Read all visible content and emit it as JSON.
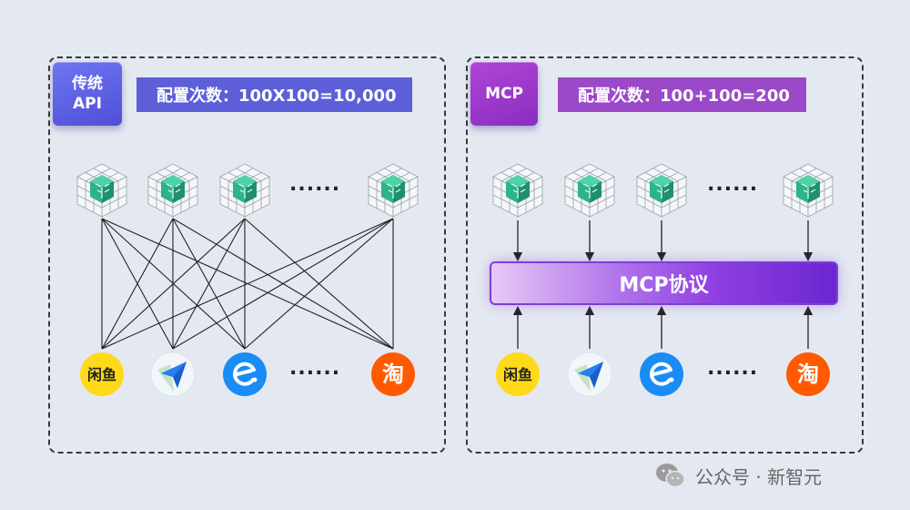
{
  "left_panel": {
    "tag": [
      "传统",
      "API"
    ],
    "formula": "配置次数：100X100=10,000",
    "ellipsis_top": "......",
    "ellipsis_bottom": "......"
  },
  "right_panel": {
    "tag": "MCP",
    "formula": "配置次数：100+100=200",
    "protocol_label": "MCP协议",
    "ellipsis_top": "......",
    "ellipsis_bottom": "......"
  },
  "apps": [
    {
      "icon": "xianyu-icon",
      "text": "闲鱼",
      "color": "#ffd91a"
    },
    {
      "icon": "navigation-icon",
      "text": "",
      "color": "#2a7cf0"
    },
    {
      "icon": "eleme-icon",
      "text": "",
      "color": "#1a8cf5"
    },
    {
      "icon": "taobao-icon",
      "text": "淘",
      "color": "#ff5a00"
    }
  ],
  "watermark": "公众号 · 新智元"
}
